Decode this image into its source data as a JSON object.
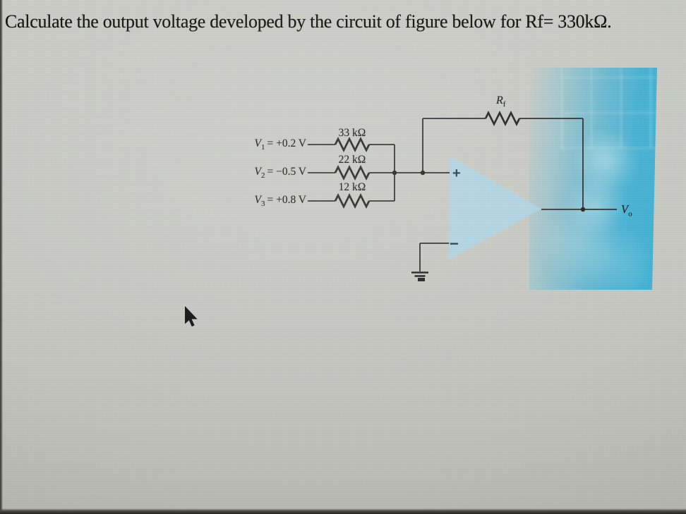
{
  "title": "Calculate the output voltage developed by the circuit of figure below for Rf= 330kΩ.",
  "circuit": {
    "inputs": [
      {
        "var": "V",
        "sub": "1",
        "value": "= +0.2 V",
        "resistor": "33 kΩ"
      },
      {
        "var": "V",
        "sub": "2",
        "value": "= −0.5 V",
        "resistor": "22 kΩ"
      },
      {
        "var": "V",
        "sub": "3",
        "value": "= +0.8 V",
        "resistor": "12 kΩ"
      }
    ],
    "feedback_resistor": {
      "var": "R",
      "sub": "f"
    },
    "output": {
      "var": "V",
      "sub": "o"
    },
    "opamp": {
      "plus": "+",
      "minus": "−"
    },
    "colors": {
      "background": "#c7c8c2",
      "wire": "#2e2e2e",
      "opamp_fill": "#b0d3e2",
      "opamp_sign": "#1d4356",
      "blue_panel": "#3fb0d4"
    },
    "icons": {
      "cursor": "arrow-pointer"
    }
  }
}
